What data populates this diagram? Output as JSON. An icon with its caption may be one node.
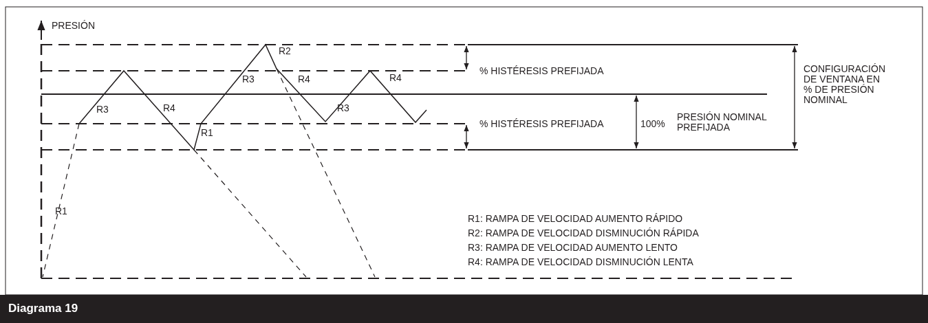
{
  "diagram": {
    "caption": "Diagrama 19",
    "labels": [
      "PRESIÓN",
      "R2",
      "% HISTÉRESIS PREFIJADA",
      "R3",
      "R4",
      "R4",
      "CONFIGURACIÓN DE VENTANA EN % DE PRESIÓN NOMINAL",
      "R3",
      "R4",
      "R3",
      "R1",
      "% HISTÉRESIS PREFIJADA",
      "100%",
      "PRESIÓN NOMINAL PREFIJADA",
      "R1",
      "R1: RAMPA DE VELOCIDAD AUMENTO RÁPIDO",
      "R2: RAMPA DE VELOCIDAD DISMINUCIÓN RÁPIDA",
      "R3: RAMPA DE VELOCIDAD AUMENTO LENTO",
      "R4: RAMPA DE VELOCIDAD DISMINUCIÓN LENTA"
    ]
  }
}
